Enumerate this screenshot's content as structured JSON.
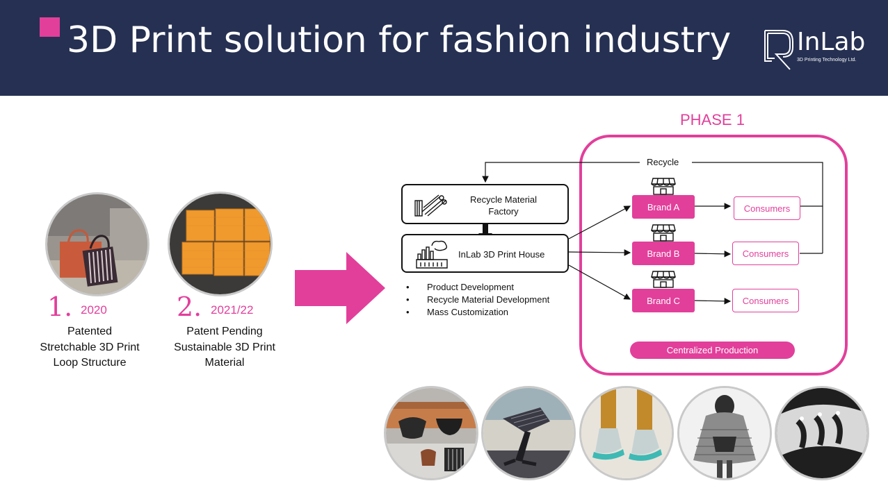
{
  "header": {
    "title": "3D Print solution for fashion industry",
    "logo": {
      "name": "InLab",
      "tagline": "3D Printing Technology Ltd."
    }
  },
  "milestones": [
    {
      "number": "1.",
      "year": "2020",
      "caption": [
        "Patented",
        "Stretchable 3D Print",
        "Loop Structure"
      ]
    },
    {
      "number": "2.",
      "year": "2021/22",
      "caption": [
        "Patent Pending",
        "Sustainable 3D Print",
        "Material"
      ]
    }
  ],
  "diagram": {
    "phase_label": "PHASE 1",
    "recycle_label": "Recycle",
    "factory": [
      "Recycle Material",
      "Factory"
    ],
    "print_house": "InLab 3D Print House",
    "bullets": [
      "Product Development",
      "Recycle Material Development",
      "Mass Customization"
    ],
    "brands": [
      "Brand A",
      "Brand B",
      "Brand C"
    ],
    "consumers": [
      "Consumers",
      "Consumers",
      "Consumers"
    ],
    "centralized": "Centralized Production"
  },
  "colors": {
    "accent": "#e23f9b",
    "header_bg": "#253052"
  },
  "icons": [
    "recycle-machine-icon",
    "factory-icon",
    "storefront-icon",
    "arrow-right-icon"
  ]
}
